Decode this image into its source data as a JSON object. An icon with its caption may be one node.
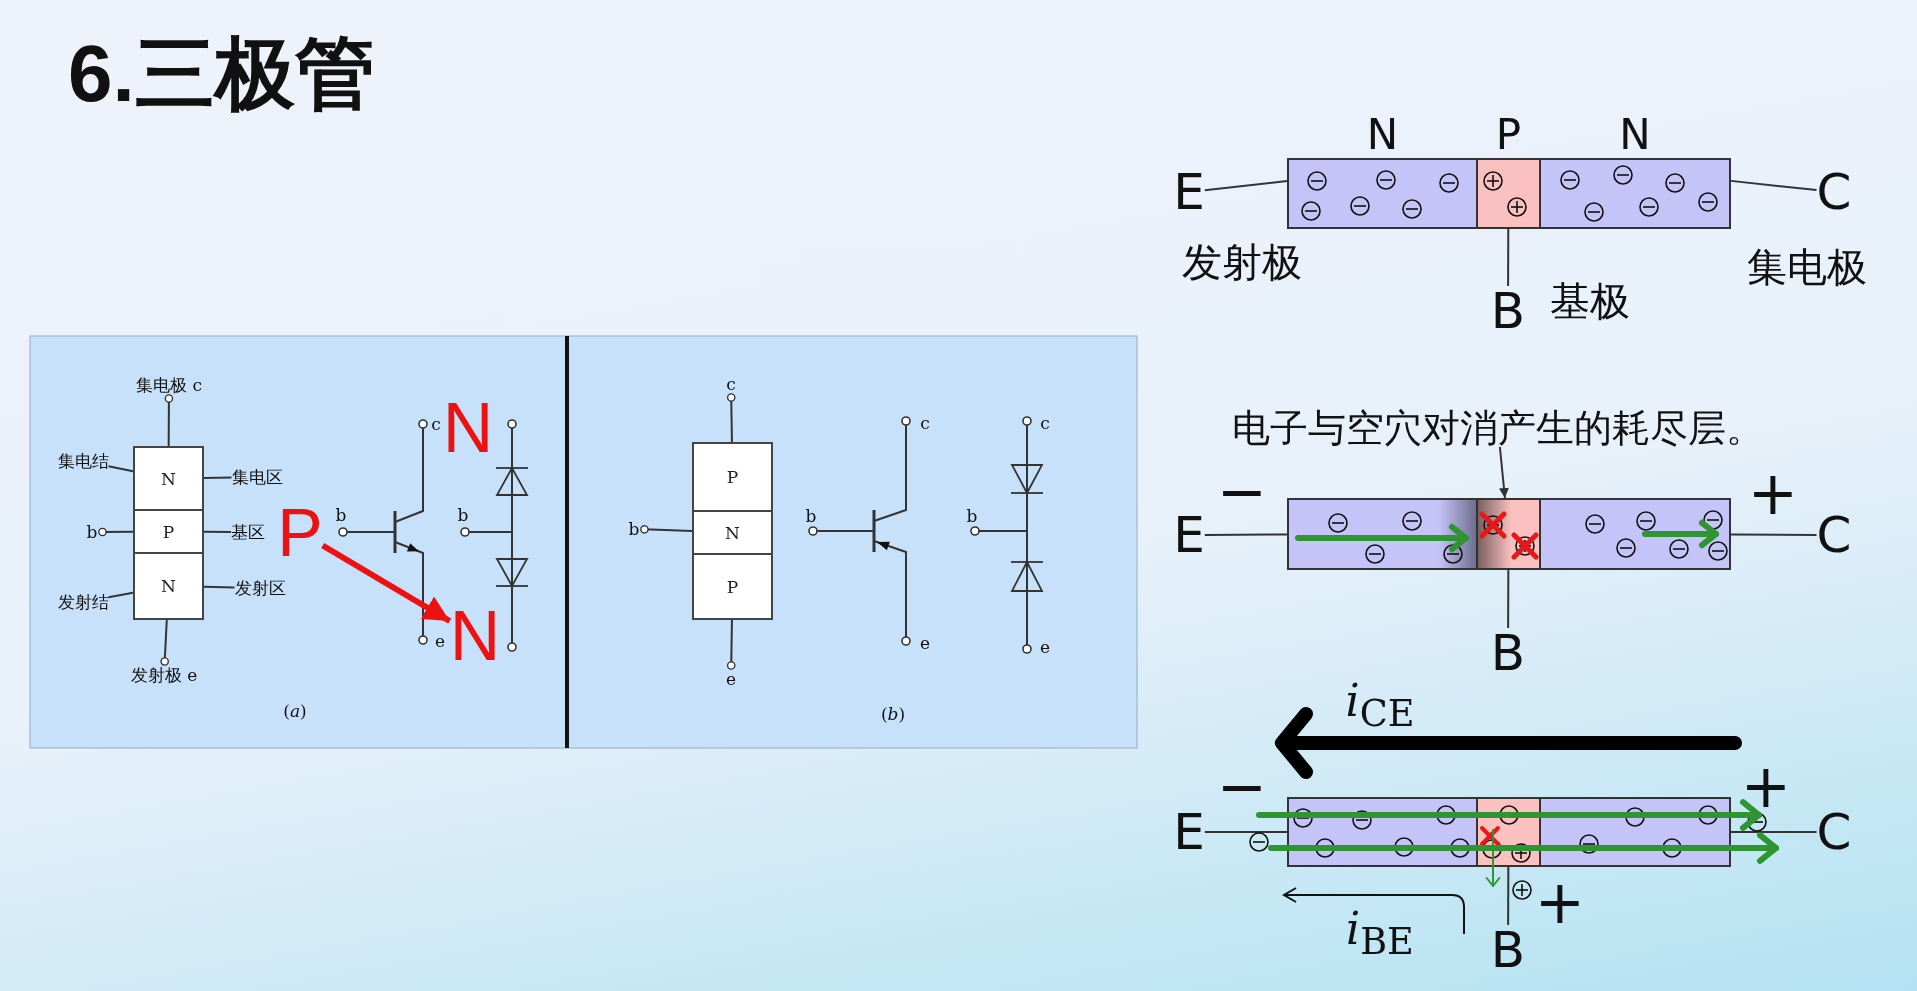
{
  "diagram": {
    "title": "6.三极管",
    "nodes": [
      {
        "text": [
          "N"
        ]
      },
      {
        "text": [
          "P"
        ]
      },
      {
        "text": [
          "N"
        ]
      },
      {
        "text": [
          "集电结"
        ]
      },
      {
        "text": [
          "发射结"
        ]
      },
      {
        "text": [
          "集电区"
        ]
      },
      {
        "text": [
          "基区"
        ]
      },
      {
        "text": [
          "发射区"
        ]
      },
      {
        "text": [
          "N"
        ]
      },
      {
        "text": [
          "P"
        ]
      },
      {
        "text": [
          "N"
        ]
      },
      {
        "text": [
          "P"
        ]
      },
      {
        "text": [
          "N"
        ]
      },
      {
        "text": [
          "P"
        ]
      },
      {
        "text": [
          "N"
        ]
      },
      {
        "text": [
          "P"
        ]
      },
      {
        "text": [
          "N"
        ]
      },
      {
        "text": [
          "E"
        ]
      },
      {
        "text": [
          "C"
        ]
      },
      {
        "text": [
          "B"
        ]
      },
      {
        "text": [
          "电子与空穴对消产生的耗尽层。"
        ]
      },
      {
        "text": [],
        "shape": "box"
      },
      {
        "text": [],
        "shape": "box"
      },
      {
        "text": [],
        "shape": "box"
      },
      {
        "text": [
          "E"
        ]
      },
      {
        "text": [
          "C"
        ]
      },
      {
        "text": [
          "B"
        ]
      },
      {
        "text": [],
        "shape": "box"
      },
      {
        "text": [],
        "shape": "box"
      },
      {
        "text": [],
        "shape": "box"
      },
      {
        "text": [
          "E"
        ]
      },
      {
        "text": [
          "C"
        ]
      },
      {
        "text": [
          "B"
        ]
      },
      {
        "text": [
          "集电极 c"
        ]
      },
      {
        "text": [
          "b"
        ]
      },
      {
        "text": [
          "发射极 e"
        ]
      },
      {
        "text": [
          "c"
        ]
      },
      {
        "text": [
          "b"
        ]
      },
      {
        "text": [
          "e"
        ]
      }
    ],
    "edges": [
      {
        "from": 3,
        "to": 0,
        "arrow": "none"
      },
      {
        "from": 4,
        "to": 2,
        "arrow": "none"
      },
      {
        "from": 5,
        "to": 0,
        "arrow": "none"
      },
      {
        "from": 6,
        "to": 1,
        "arrow": "none"
      },
      {
        "from": 7,
        "to": 2,
        "arrow": "none"
      },
      {
        "from": 9,
        "to": 10,
        "arrow": "to",
        "style": "thick",
        "color": "#ee1111"
      },
      {
        "from": 17,
        "to": 14,
        "arrow": "none"
      },
      {
        "from": 18,
        "to": 16,
        "arrow": "none"
      },
      {
        "from": 19,
        "to": 15,
        "arrow": "none"
      },
      {
        "from": 20,
        "to": 22,
        "arrow": "to"
      },
      {
        "from": 24,
        "to": 21,
        "arrow": "none"
      },
      {
        "from": 25,
        "to": 23,
        "arrow": "none"
      },
      {
        "from": 26,
        "to": 22,
        "arrow": "none"
      },
      {
        "from": 30,
        "to": 27,
        "arrow": "none"
      },
      {
        "from": 31,
        "to": 29,
        "arrow": "none"
      },
      {
        "from": 32,
        "to": 28,
        "arrow": "none"
      },
      {
        "from": 33,
        "to": 0,
        "arrow": "other"
      },
      {
        "from": 34,
        "to": 1,
        "arrow": "other"
      },
      {
        "from": 35,
        "to": 2,
        "arrow": "other"
      },
      {
        "from": 36,
        "to": 11,
        "arrow": "other"
      },
      {
        "from": 37,
        "to": 12,
        "arrow": "other"
      },
      {
        "from": 38,
        "to": 13,
        "arrow": "other"
      }
    ],
    "labels": [
      "c",
      "b",
      "b",
      "e",
      "(*a*)",
      "c",
      "b",
      "e",
      "c",
      "b",
      "e",
      "(*b*)",
      "发射极",
      "基极",
      "集电极",
      "−",
      "+",
      "*i*$_{CE}$",
      "−",
      "+",
      "+",
      "*i*$_{BE}$"
    ]
  }
}
